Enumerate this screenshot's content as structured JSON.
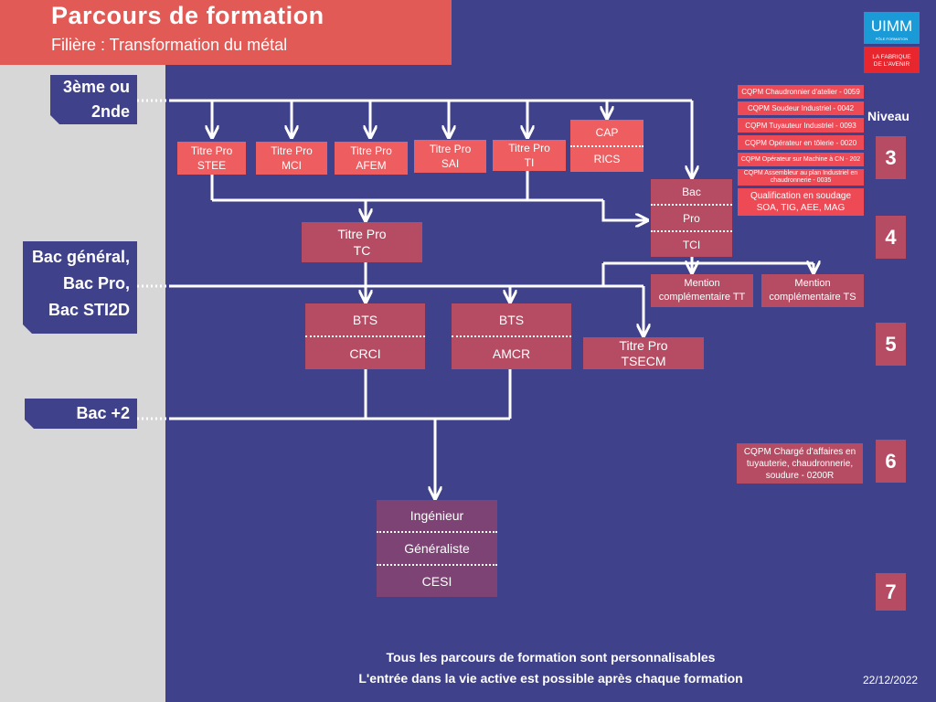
{
  "header": {
    "title": "Parcours de formation",
    "subtitle": "Filière : Transformation du métal"
  },
  "logo": {
    "name": "UIMM",
    "line1": "PÔLE FORMATION",
    "line2": "LA FABRIQUE",
    "line3": "DE L'AVENIR"
  },
  "entries": {
    "e1": {
      "line1": "3ème ou",
      "line2": "2nde"
    },
    "e2": {
      "line1": "Bac général,",
      "line2": "Bac Pro,",
      "line3": "Bac STI2D"
    },
    "e3": {
      "line1": "Bac +2"
    }
  },
  "titres_pro": [
    {
      "label": "Titre Pro",
      "code": "STEE"
    },
    {
      "label": "Titre Pro",
      "code": "MCI"
    },
    {
      "label": "Titre Pro",
      "code": "AFEM"
    },
    {
      "label": "Titre Pro",
      "code": "SAI"
    },
    {
      "label": "Titre Pro",
      "code": "TI"
    }
  ],
  "cap": {
    "top": "CAP",
    "bottom": "RICS"
  },
  "bac_pro_tci": {
    "top": "Bac",
    "mid": "Pro",
    "bottom": "TCI"
  },
  "titre_pro_tc": {
    "label": "Titre Pro",
    "code": "TC"
  },
  "mentions": [
    {
      "line1": "Mention",
      "line2": "complémentaire TT"
    },
    {
      "line1": "Mention",
      "line2": "complémentaire TS"
    }
  ],
  "bts_crci": {
    "top": "BTS",
    "bottom": "CRCI"
  },
  "bts_amcr": {
    "top": "BTS",
    "bottom": "AMCR"
  },
  "titre_pro_tsecm": {
    "label": "Titre Pro",
    "code": "TSECM"
  },
  "ingenieur": {
    "top": "Ingénieur",
    "mid": "Généraliste",
    "bottom": "CESI"
  },
  "cqpm_level3": [
    "CQPM Chaudronnier d'atelier - 0059",
    "CQPM Soudeur Industriel - 0042",
    "CQPM Tuyauteur Industriel - 0093",
    "CQPM Opérateur en tôlerie - 0020",
    "CQPM Opérateur sur Machine à CN - 202",
    "CQPM Assembleur au plan Industriel en chaudronnerie - 0035"
  ],
  "qualification": {
    "line1": "Qualification en soudage",
    "line2": "SOA, TIG, AEE, MAG"
  },
  "cqpm_level6": {
    "line1": "CQPM Chargé d'affaires en",
    "line2": "tuyauterie, chaudronnerie,",
    "line3": "soudure - 0200R"
  },
  "niveau": {
    "label": "Niveau",
    "levels": [
      "3",
      "4",
      "5",
      "6",
      "7"
    ]
  },
  "footer": {
    "line1": "Tous les parcours de formation sont personnalisables",
    "line2": "L'entrée dans la vie active est possible après chaque formation",
    "date": "22/12/2022"
  },
  "colors": {
    "background": "#3f418a",
    "red": "#ee5d5f",
    "rose": "#b64c63",
    "plum": "#7d4375",
    "banner": "#e15a56"
  }
}
